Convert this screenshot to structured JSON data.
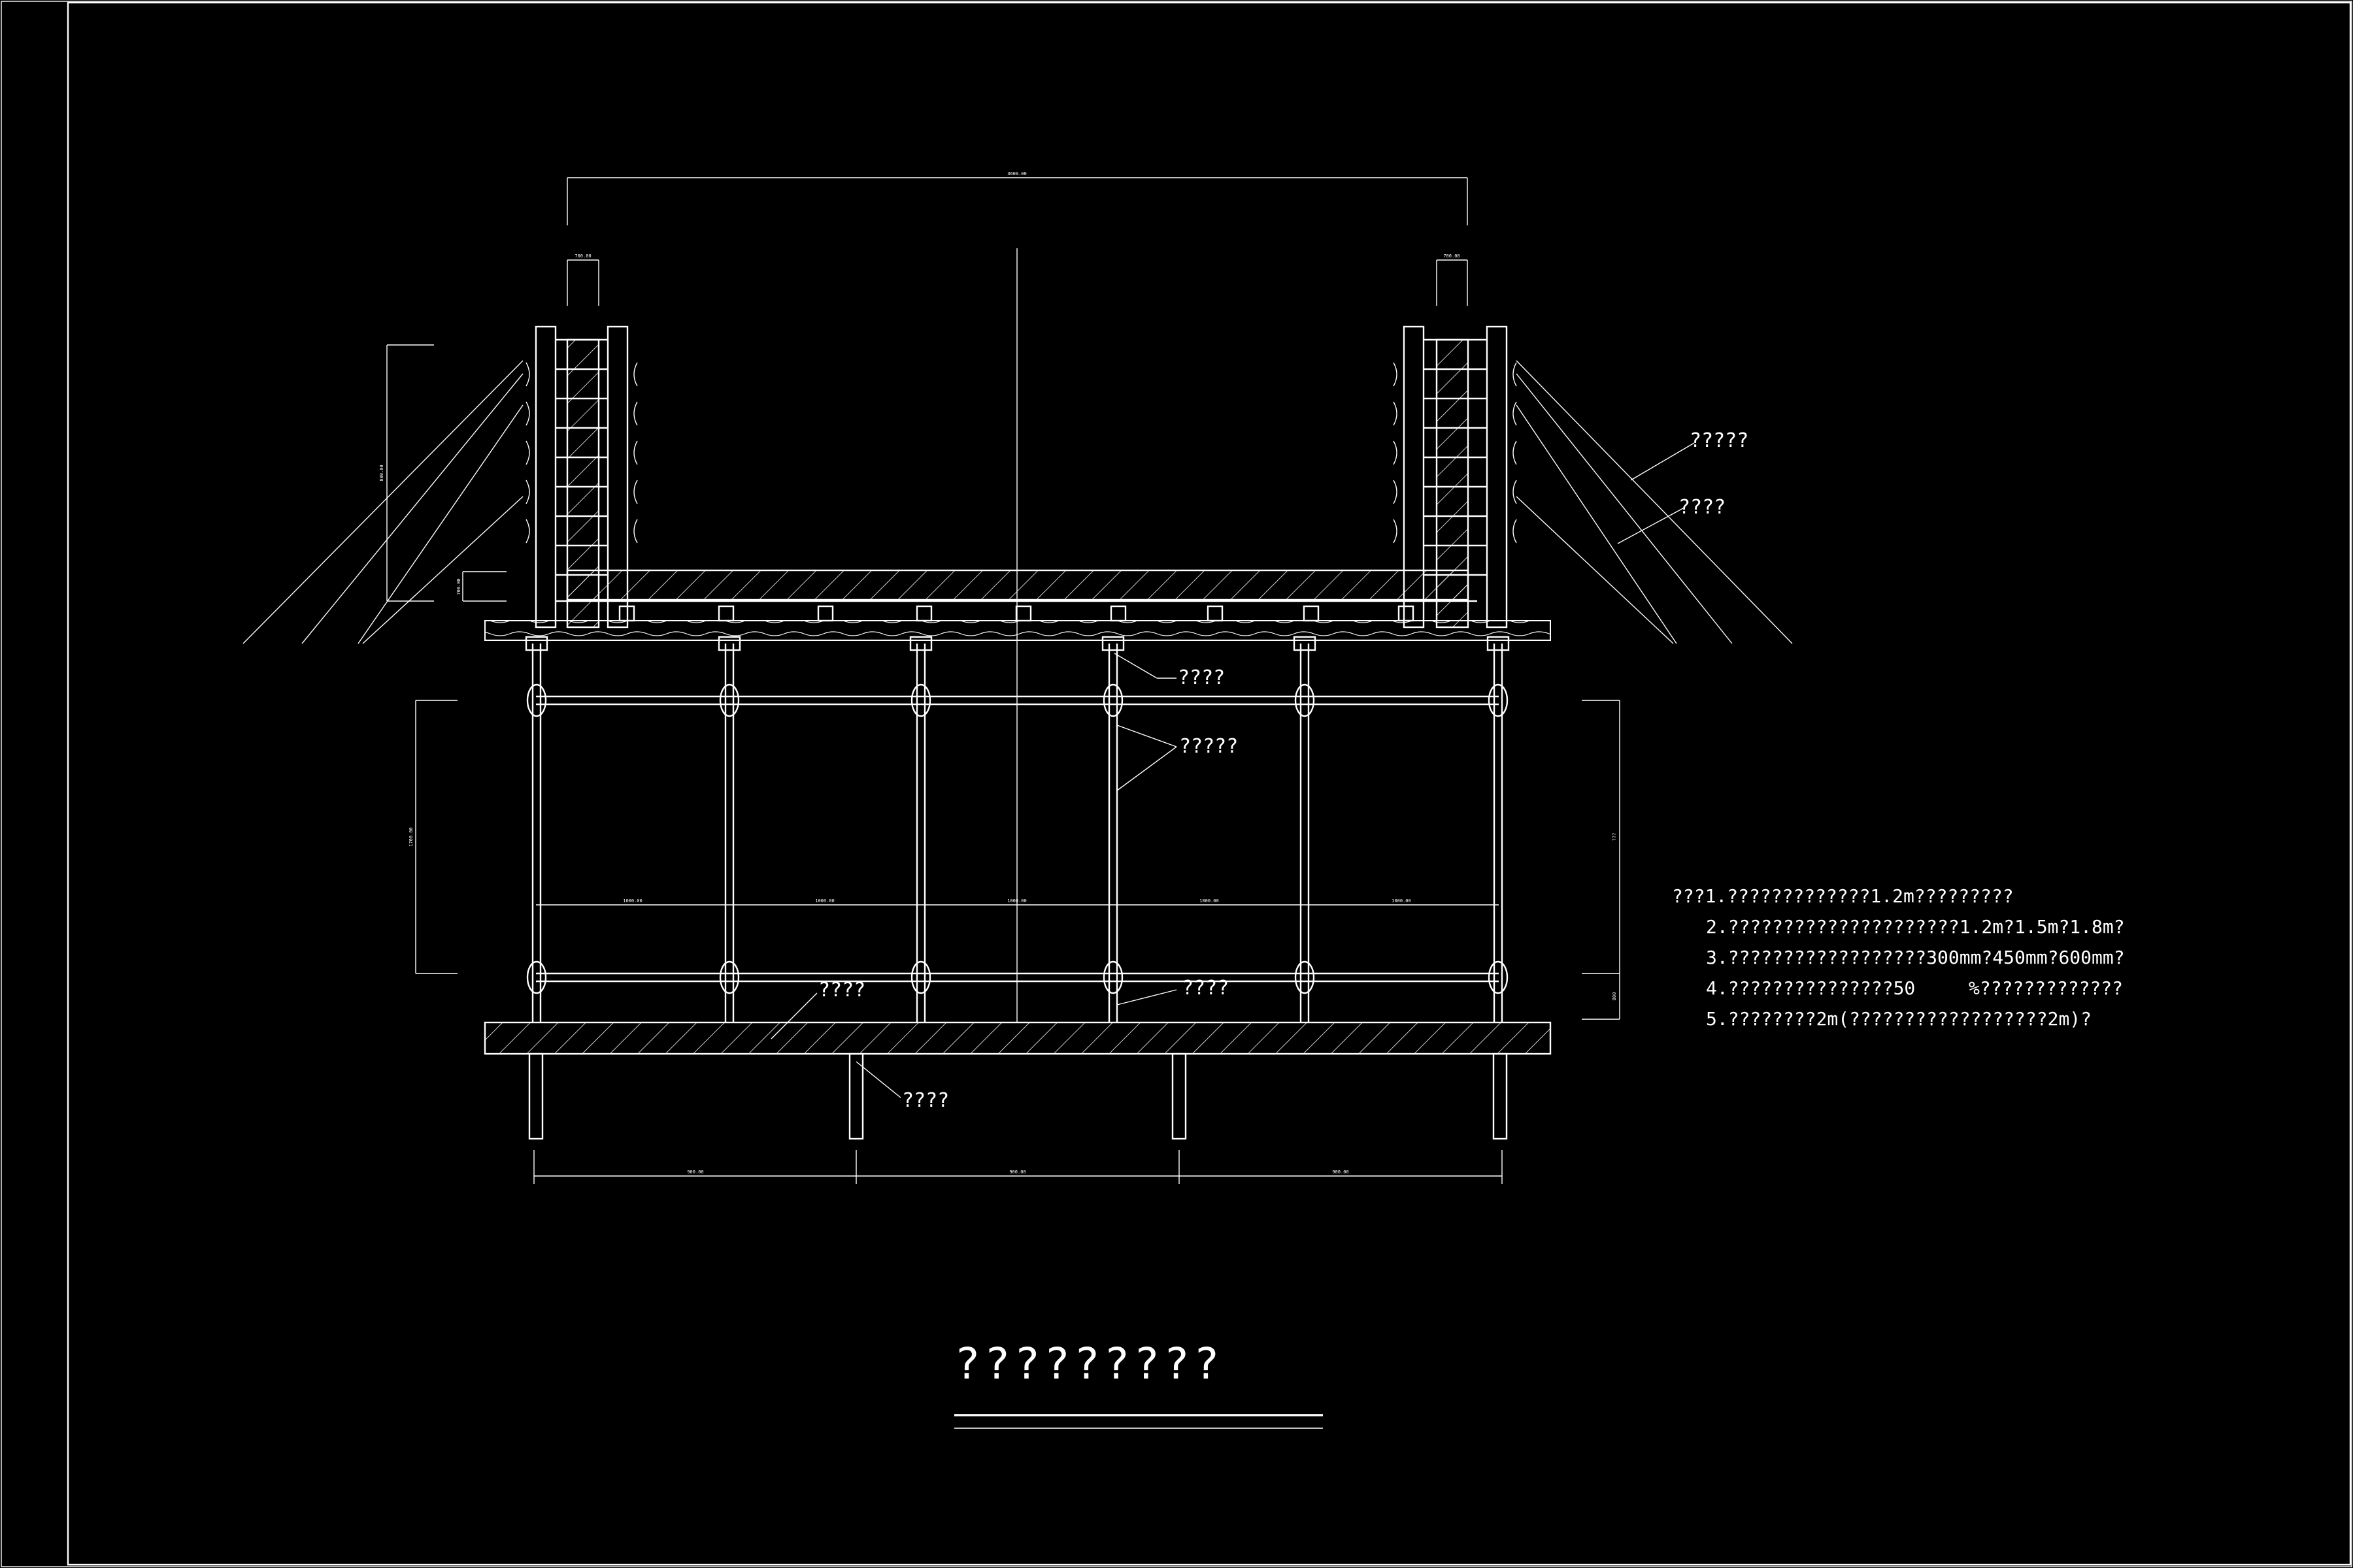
{
  "labels": {
    "tie_rod_a": "?????",
    "tie_rod_b": "????",
    "top_bracket": "????",
    "steel_pipe": "?????",
    "base_support": "????",
    "adjust_screw": "????",
    "ground_pile": "????"
  },
  "notes": [
    "???1.?????????????1.2m?????????",
    "2.?????????????????????1.2m?1.5m?1.8m?",
    "3.??????????????????300mm?450mm?600mm?",
    "4.???????????????50",
    "%?????????????",
    "5.????????2m(??????????????????2m)?"
  ],
  "title": "?????????",
  "dimensions": {
    "top_span": "3600.00",
    "left_col": "700.00",
    "right_col": "700.00",
    "wall_height": "800.00",
    "lower_gap": "700.00",
    "frame_height": "1700.00",
    "bay_1": "1000.00",
    "bay_2": "1000.00",
    "bay_3": "1000.00",
    "bay_4": "1000.00",
    "bay_5": "1000.00",
    "foot_1": "900.00",
    "foot_2": "900.00",
    "foot_3": "900.00",
    "right_side": "???",
    "bottom_right": "800"
  }
}
